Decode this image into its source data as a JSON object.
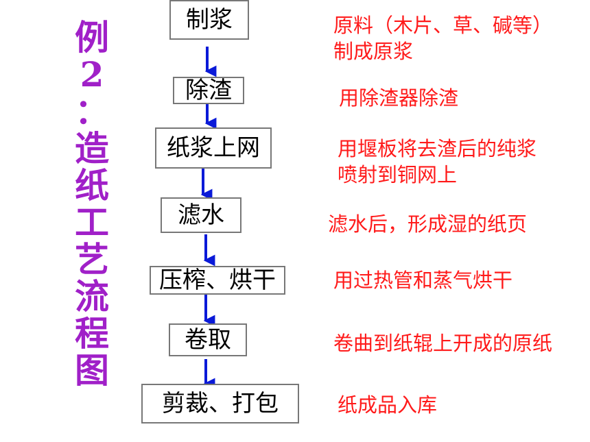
{
  "title": [
    "例",
    "2",
    "：",
    "造",
    "纸",
    "工",
    "艺",
    "流",
    "程",
    "图"
  ],
  "steps": [
    {
      "label": "制浆",
      "desc": [
        "原料（木片、草、碱等）",
        "制成原浆"
      ]
    },
    {
      "label": "除渣",
      "desc": [
        "用除渣器除渣"
      ]
    },
    {
      "label": "纸浆上网",
      "desc": [
        "用堰板将去渣后的纯浆",
        "喷射到铜网上"
      ]
    },
    {
      "label": "滤水",
      "desc": [
        "滤水后，形成湿的纸页"
      ]
    },
    {
      "label": "压榨、烘干",
      "desc": [
        "用过热管和蒸气烘干"
      ]
    },
    {
      "label": "卷取",
      "desc": [
        "卷曲到纸辊上开成的原纸"
      ]
    },
    {
      "label": "剪裁、打包",
      "desc": [
        "纸成品入库"
      ]
    }
  ],
  "colors": {
    "title": "#a020c8",
    "desc": "#ff1a1a",
    "arrow": "#0a1ad8",
    "box_border": "#777777"
  }
}
